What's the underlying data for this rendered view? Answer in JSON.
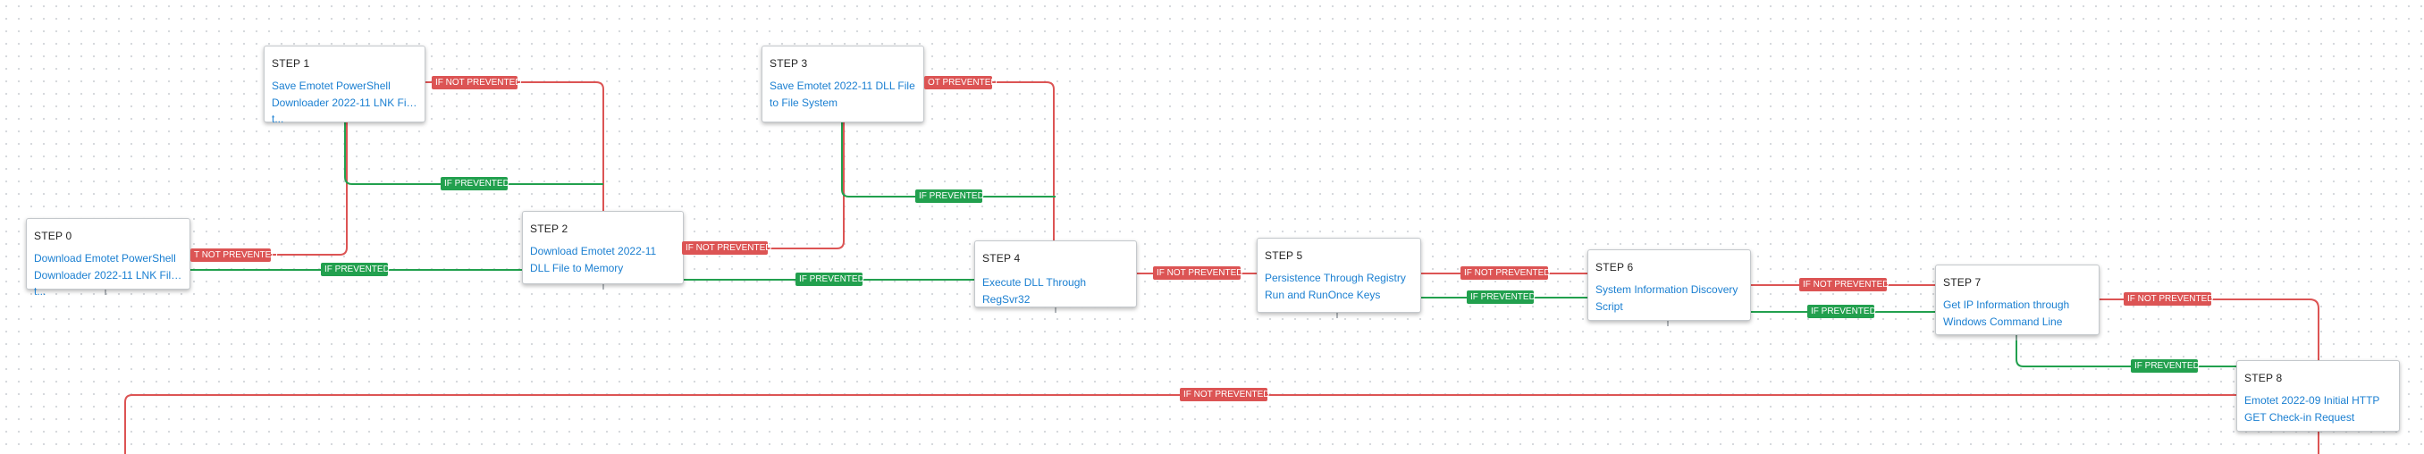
{
  "colors": {
    "not_prevented": "#dc5454",
    "prevented": "#22a04e",
    "link": "#1a7fd1"
  },
  "labels": {
    "not_prevented": "IF NOT PREVENTED",
    "prevented": "IF PREVENTED",
    "cut_off_s0": "T NOT PREVENTED",
    "cut_off_s1": "IF NOT PREVENTED",
    "cut_off_s2": "IF NOT PREVENTED",
    "cut_off_s3": "OT PREVENTED"
  },
  "steps": [
    {
      "step": "STEP 0",
      "title": "Download Emotet PowerShell Downloader 2022-11 LNK File t..."
    },
    {
      "step": "STEP 1",
      "title": "Save Emotet PowerShell Downloader 2022-11 LNK File t..."
    },
    {
      "step": "STEP 2",
      "title": "Download Emotet 2022-11 DLL File to Memory"
    },
    {
      "step": "STEP 3",
      "title": "Save Emotet 2022-11 DLL File to File System"
    },
    {
      "step": "STEP 4",
      "title": "Execute DLL Through RegSvr32"
    },
    {
      "step": "STEP 5",
      "title": "Persistence Through Registry Run and RunOnce Keys"
    },
    {
      "step": "STEP 6",
      "title": "System Information Discovery Script"
    },
    {
      "step": "STEP 7",
      "title": "Get IP Information through Windows Command Line"
    },
    {
      "step": "STEP 8",
      "title": "Emotet 2022-09 Initial HTTP GET Check-in Request"
    }
  ]
}
